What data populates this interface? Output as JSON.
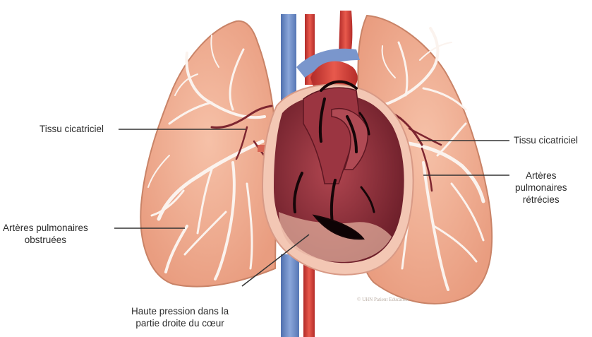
{
  "labels": {
    "scar_tissue_left": "Tissu cicatriciel",
    "scar_tissue_right": "Tissu cicatriciel",
    "narrowed_arteries": [
      "Artères",
      "pulmonaires",
      "rétrécies"
    ],
    "obstructed_arteries": [
      "Artères pulmonaires",
      "obstruées"
    ],
    "high_pressure": [
      "Haute pression dans la",
      "partie droite du cœur"
    ]
  },
  "copyright": "© UHN Patient Education",
  "colors": {
    "lung_fill": "#efad92",
    "lung_edge": "#c98367",
    "vessel_white": "#fbf3ee",
    "vessel_dark": "#7e2630",
    "heart_outer": "#f3c7b4",
    "heart_inner": "#8e2f3b",
    "heart_dark": "#5e1722",
    "vena_cava_blue": "#6f8fca",
    "aorta_red": "#d8443a",
    "leader_line": "#333333"
  }
}
